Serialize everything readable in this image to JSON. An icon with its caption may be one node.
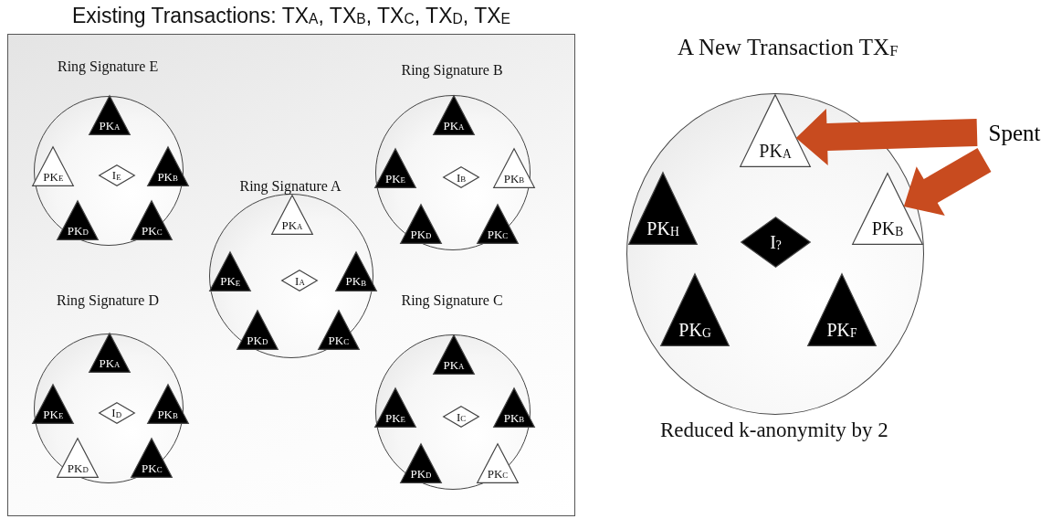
{
  "diagram": {
    "nodes": [
      {
        "text": [
          "Existing Transactions: TX$_{A}$, TX$_{B}$, TX$_{C}$, TX$_{D}$, TX$_{E}$"
        ]
      },
      {
        "text": [
          "Ring Signature E"
        ],
        "in": 0
      },
      {
        "text": [
          "PK$_{A}$"
        ],
        "in": 1
      },
      {
        "text": [
          "PK$_{E}$"
        ],
        "in": 1
      },
      {
        "text": [
          "I$_{E}$"
        ],
        "in": 1
      },
      {
        "text": [
          "PK$_{B}$"
        ],
        "in": 1
      },
      {
        "text": [
          "PK$_{D}$"
        ],
        "in": 1
      },
      {
        "text": [
          "PK$_{C}$"
        ],
        "in": 1
      },
      {
        "text": [
          "Ring Signature B"
        ],
        "in": 0
      },
      {
        "text": [
          "PK$_{A}$"
        ],
        "in": 8
      },
      {
        "text": [
          "PK$_{E}$"
        ],
        "in": 8
      },
      {
        "text": [
          "I$_{B}$"
        ],
        "in": 8
      },
      {
        "text": [
          "PK$_{B}$"
        ],
        "in": 8
      },
      {
        "text": [
          "PK$_{D}$"
        ],
        "in": 8
      },
      {
        "text": [
          "PK$_{C}$"
        ],
        "in": 8
      },
      {
        "text": [
          "Ring Signature A"
        ],
        "in": 0
      },
      {
        "text": [
          "PK$_{A}$"
        ],
        "in": 15
      },
      {
        "text": [
          "PK$_{E}$"
        ],
        "in": 15
      },
      {
        "text": [
          "I$_{A}$"
        ],
        "in": 15
      },
      {
        "text": [
          "PK$_{B}$"
        ],
        "in": 15
      },
      {
        "text": [
          "PK$_{D}$"
        ],
        "in": 15
      },
      {
        "text": [
          "PK$_{C}$"
        ],
        "in": 15
      },
      {
        "text": [
          "Ring Signature D"
        ],
        "in": 0
      },
      {
        "text": [
          "PK$_{A}$"
        ],
        "in": 22
      },
      {
        "text": [
          "PK$_{E}$"
        ],
        "in": 22
      },
      {
        "text": [
          "I$_{D}$"
        ],
        "in": 22
      },
      {
        "text": [
          "PK$_{B}$"
        ],
        "in": 22
      },
      {
        "text": [
          "PK$_{D}$"
        ],
        "in": 22
      },
      {
        "text": [
          "PK$_{C}$"
        ],
        "in": 22
      },
      {
        "text": [
          "Ring Signature C"
        ],
        "in": 0
      },
      {
        "text": [
          "PK$_{A}$"
        ],
        "in": 29
      },
      {
        "text": [
          "PK$_{E}$"
        ],
        "in": 29
      },
      {
        "text": [
          "I$_{C}$"
        ],
        "in": 29
      },
      {
        "text": [
          "PK$_{B}$"
        ],
        "in": 29
      },
      {
        "text": [
          "PK$_{D}$"
        ],
        "in": 29
      },
      {
        "text": [
          "PK$_{C}$"
        ],
        "in": 29
      },
      {
        "text": [
          "A New Transaction TX$_{F}$"
        ],
        "beside": [
          "Reduced k-anonymity by 2"
        ]
      },
      {
        "text": [
          "PK$_{A}$"
        ],
        "in": 36
      },
      {
        "text": [
          "PK$_{H}$"
        ],
        "in": 36
      },
      {
        "text": [
          "I$_{?}$"
        ],
        "in": 36
      },
      {
        "text": [
          "PK$_{B}$"
        ],
        "in": 36
      },
      {
        "text": [
          "PK$_{G}$"
        ],
        "in": 36
      },
      {
        "text": [
          "PK$_{F}$"
        ],
        "in": 36
      },
      {
        "text": [
          "Spent"
        ]
      }
    ],
    "edges": [
      {
        "from": 43,
        "to": 37,
        "arrow": "to",
        "style": "thick",
        "color": "#c84b1f"
      },
      {
        "from": 43,
        "to": 40,
        "arrow": "to",
        "style": "thick",
        "color": "#c84b1f"
      }
    ]
  }
}
